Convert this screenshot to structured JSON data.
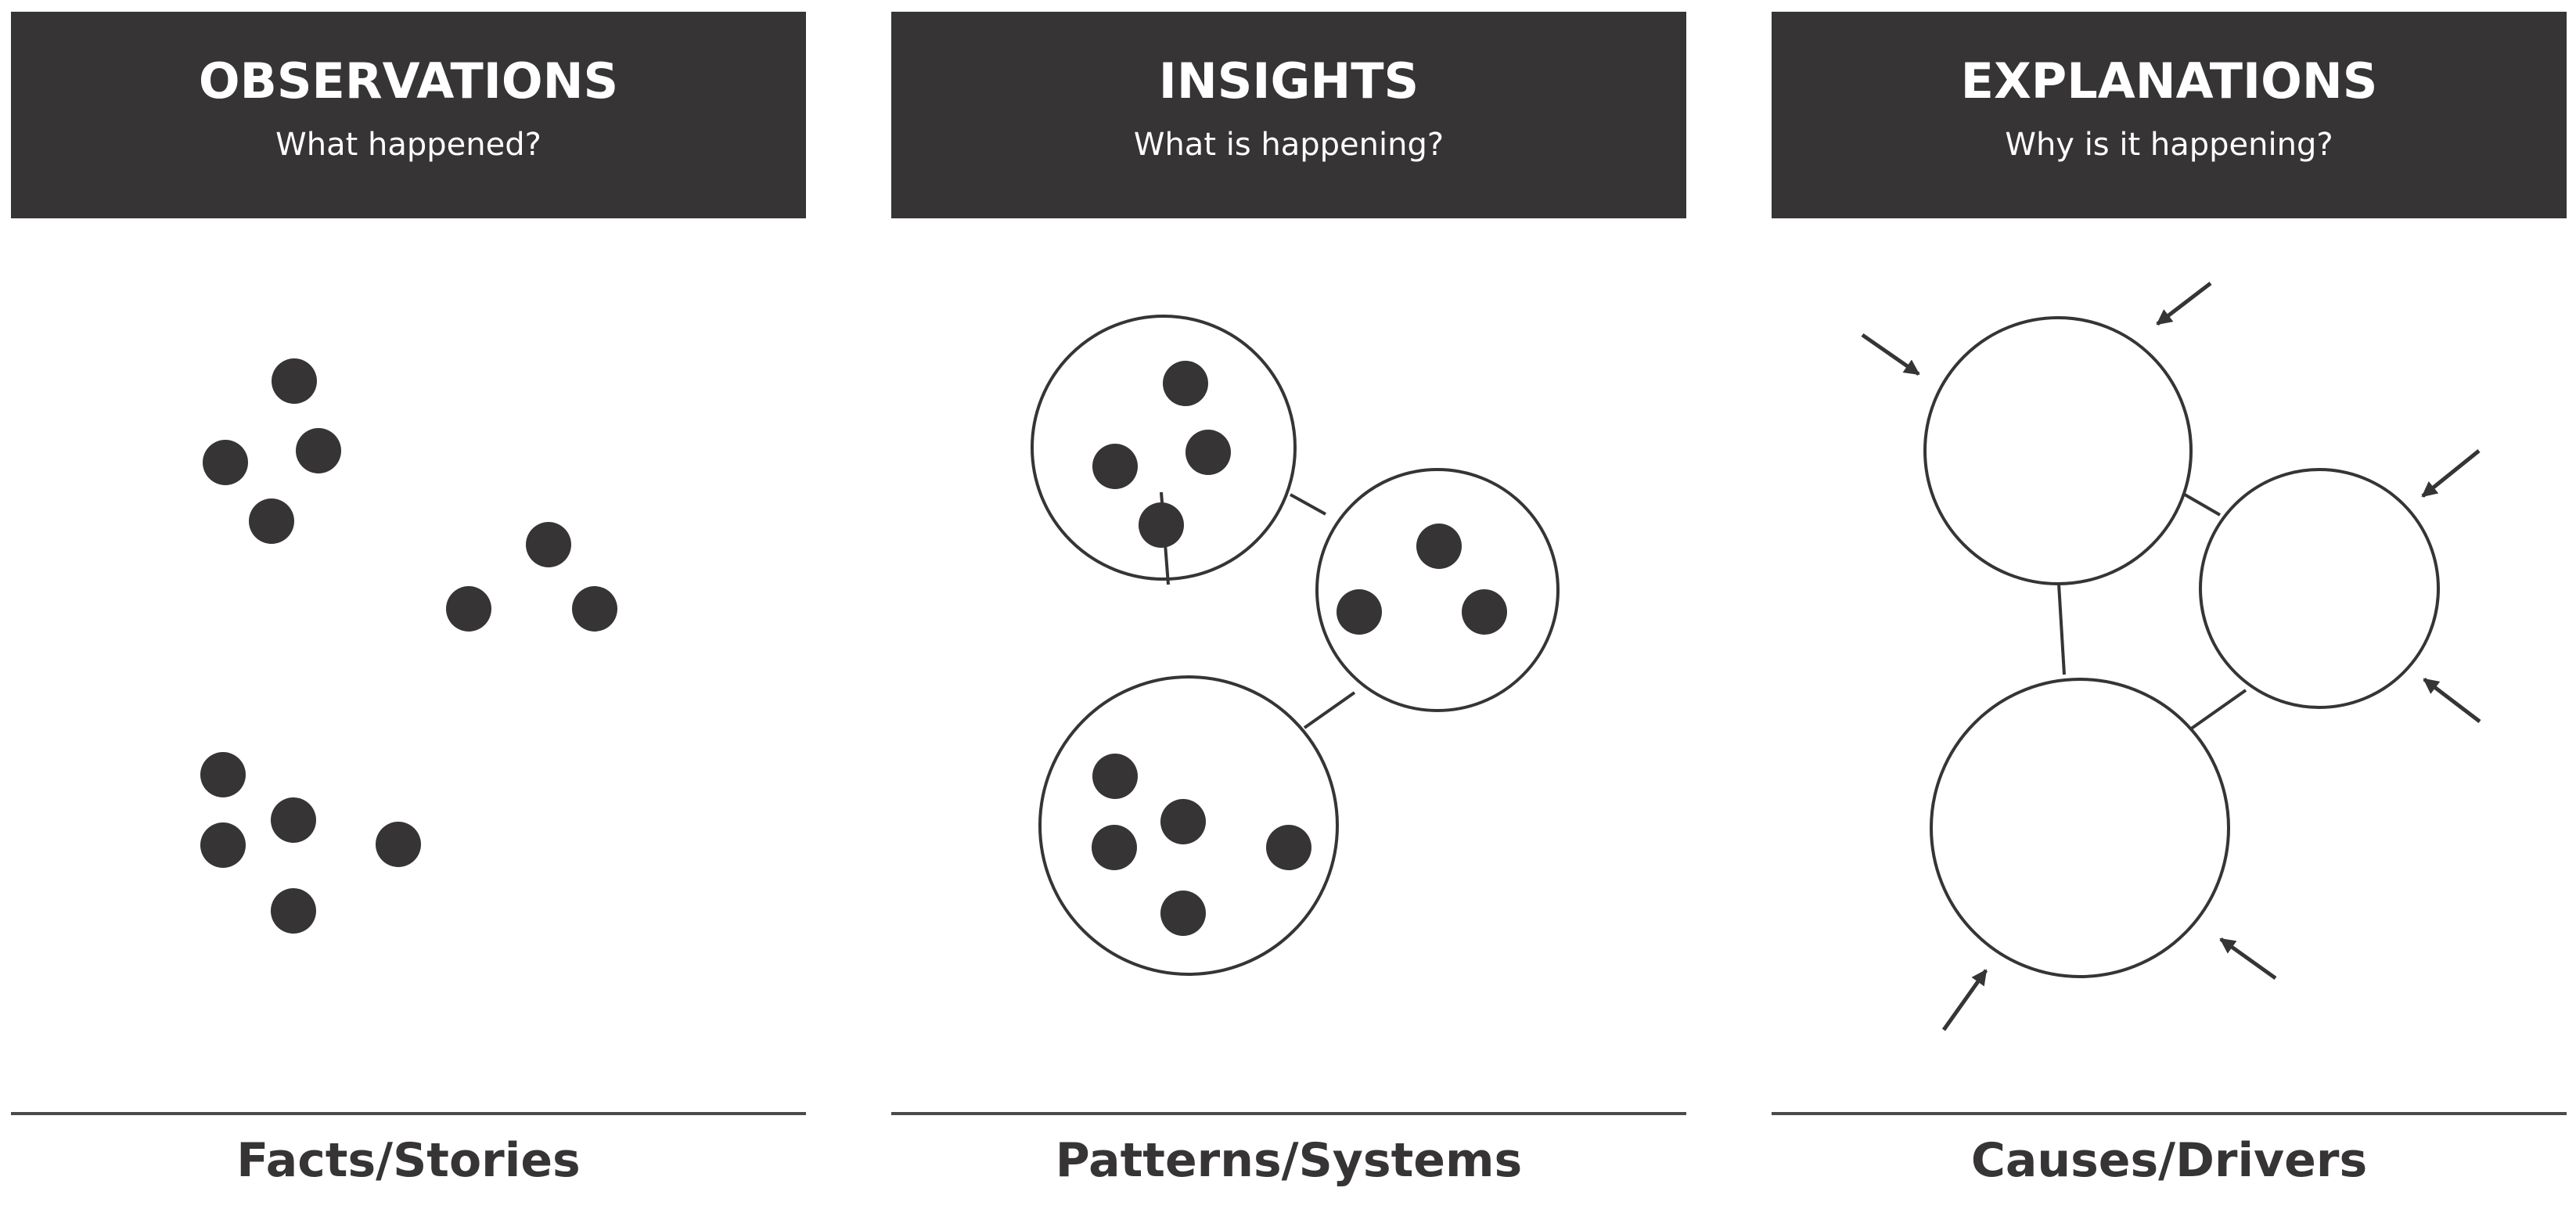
{
  "colors": {
    "header_background": "#363435",
    "header_text": "#ffffff",
    "ink": "#363435",
    "rule": "#4a4a4a"
  },
  "panels": [
    {
      "title": "OBSERVATIONS",
      "subtitle": "What happened?",
      "footer": "Facts/Stories"
    },
    {
      "title": "INSIGHTS",
      "subtitle": "What is happening?",
      "footer": "Patterns/Systems"
    },
    {
      "title": "EXPLANATIONS",
      "subtitle": "Why is it happening?",
      "footer": "Causes/Drivers"
    }
  ]
}
